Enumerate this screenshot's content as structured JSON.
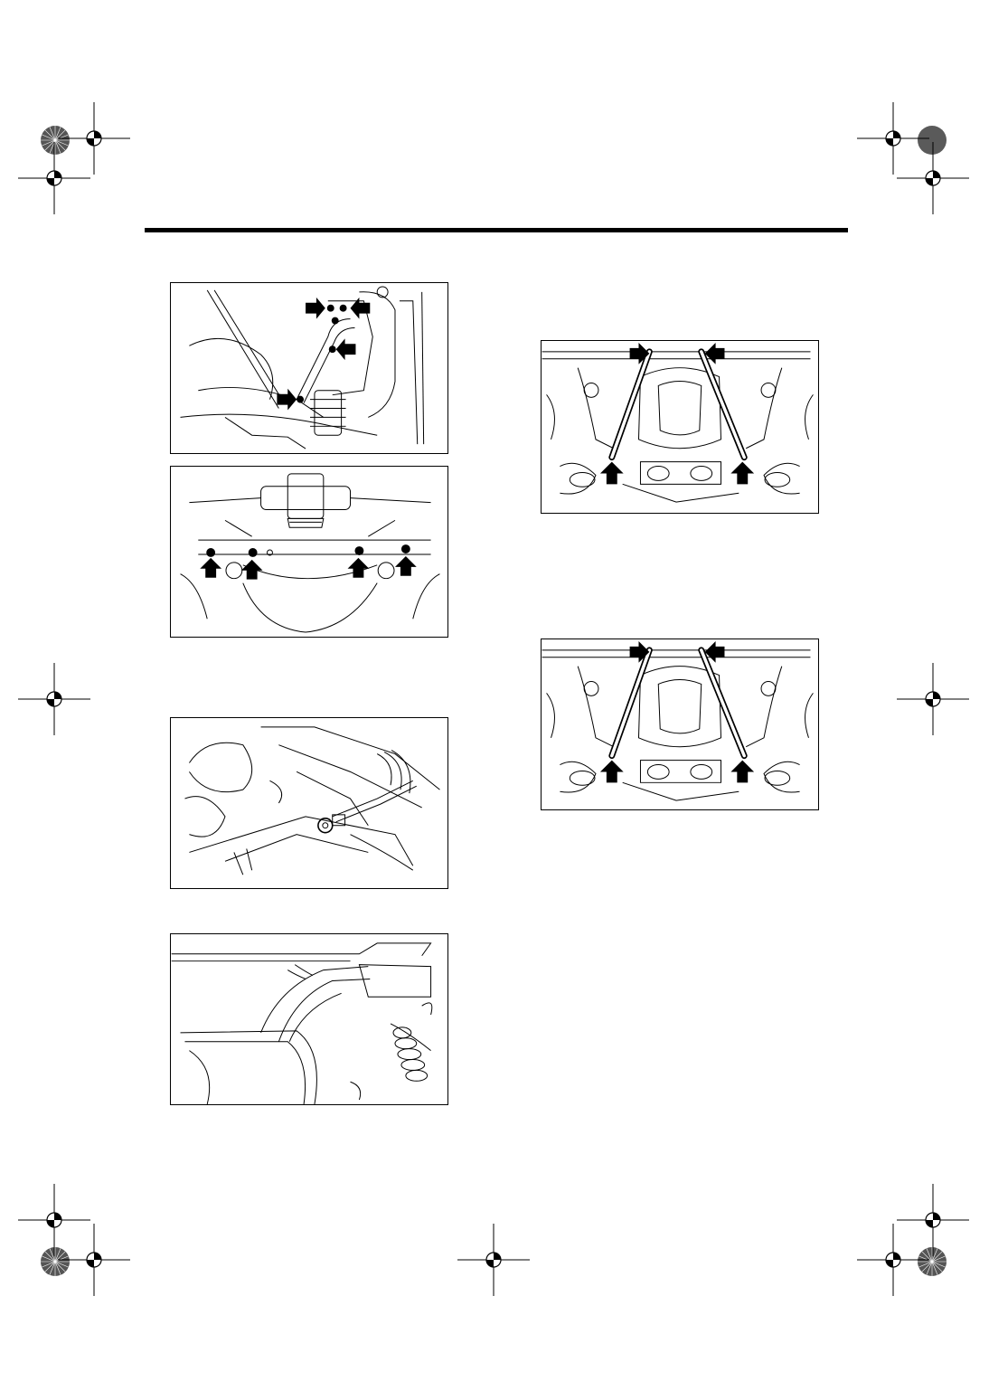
{
  "page": {
    "background": "#ffffff",
    "ink": "#000000"
  },
  "header_rule": {
    "color": "#000000"
  },
  "registration_marks": [
    "crosshair-target",
    "crosshair-target",
    "crosshair-target",
    "crosshair-target",
    "crosshair-target",
    "crosshair-target",
    "crosshair-target",
    "crosshair-target",
    "crosshair-target",
    "crosshair-target",
    "crosshair-target",
    "crosshair-target"
  ],
  "color_dots": [
    "starburst-dot",
    "gray-dot",
    "starburst-dot",
    "starburst-dot"
  ],
  "figures": [
    {
      "name": "steering-gearbox-arrows",
      "arrows": 4
    },
    {
      "name": "crossmember-bolts-arrows",
      "arrows": 4
    },
    {
      "name": "pipe-clamp-detail",
      "arrows": 0
    },
    {
      "name": "hose-clamp-detail",
      "arrows": 0
    },
    {
      "name": "support-rods-upper",
      "arrows": 4
    },
    {
      "name": "support-rods-lower",
      "arrows": 4
    }
  ]
}
